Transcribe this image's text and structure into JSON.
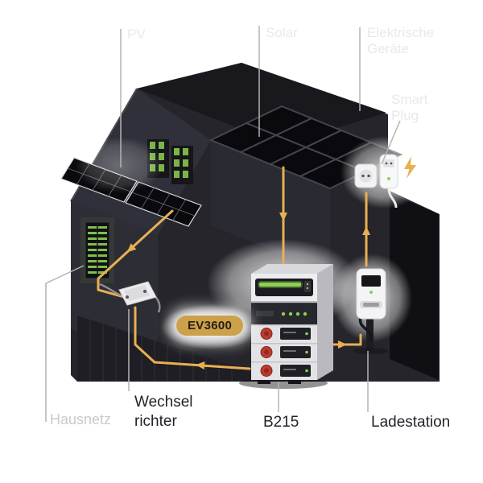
{
  "diagram": {
    "labels": {
      "pv": "PV",
      "solar": "Solar",
      "electrical_line1": "Elektrische",
      "electrical_line2": "Geräte",
      "plug_line1": "Smart",
      "plug_line2": "Plug",
      "ev3600": "EV3600",
      "inverter_line1": "Wechsel",
      "inverter_line2": "richter",
      "hausnetz": "Hausnetz",
      "battery": "B215",
      "charger": "Ladestation"
    },
    "icons": {
      "flash": "lightning-bolt"
    },
    "colors": {
      "accent": "#E8B052",
      "badge": "#CDA04A",
      "badge_text": "#262013",
      "green": "#8CD14F",
      "red": "#BE3A2E",
      "label_dark": "#23232B",
      "label_light": "#E9E9E9",
      "label_gray": "#C9C9C9",
      "leader": "#B4B4B4"
    }
  }
}
